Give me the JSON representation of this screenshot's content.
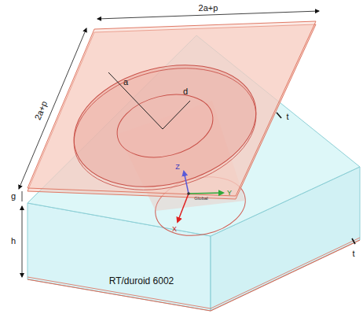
{
  "diagram": {
    "labels": [
      "2a+p",
      "2a+p",
      "a",
      "d",
      "t",
      "g",
      "h",
      "RT/duroid 6002",
      "t",
      "Z",
      "Y",
      "X",
      "Global"
    ]
  }
}
